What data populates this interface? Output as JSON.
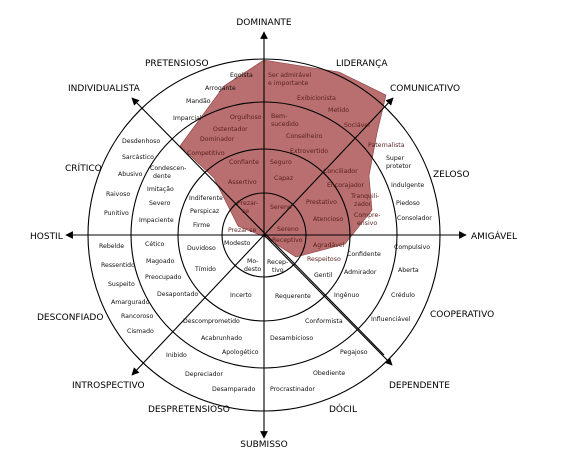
{
  "axes": {
    "top": "DOMINANTE",
    "bottom": "SUBMISSO",
    "left": "HOSTIL",
    "right": "AMIGÁVEL",
    "pretensioso": "PRETENSIOSO",
    "lideranca": "LIDERANÇA",
    "individualista": "INDIVIDUALISTA",
    "comunicativo": "COMUNICATIVO",
    "critico": "CRÍTICO",
    "zeloso": "ZELOSO",
    "desconfiado": "DESCONFIADO",
    "cooperativo": "COOPERATIVO",
    "introspectivo": "INTROSPECTIVO",
    "dependente": "DEPENDENTE",
    "despretensioso": "DESPRETENSIOSO",
    "docil": "DÓCIL"
  },
  "words": {
    "egoista": "Egoísta",
    "arrogante": "Arrogante",
    "mandao": "Mandão",
    "imparcial": "Imparcial",
    "ser_admiravel_1": "Ser admirável",
    "ser_admiravel_2": "e importante",
    "exibicionista": "Exibicionista",
    "metido": "Metido",
    "sociavel": "Sociável",
    "orgulhoso": "Orgulhoso",
    "ostentador": "Ostentador",
    "dominador": "Dominador",
    "competitivo": "Competitivo",
    "bem_1": "Bem-",
    "bem_2": "sucedido",
    "conselheiro": "Conselheiro",
    "extrovertido": "Extrovertido",
    "paternalista": "Paternalista",
    "super_1": "Super",
    "super_2": "protetor",
    "indulgente": "Indulgente",
    "piedoso": "Piedoso",
    "consolador": "Consolador",
    "desdenhoso": "Desdenhoso",
    "sarcastico": "Sarcástico",
    "abusivo": "Abusivo",
    "raivoso": "Raivoso",
    "punitivo": "Punitivo",
    "condescen_1": "Condescen-",
    "condescen_2": "dente",
    "imitacao": "Imitação",
    "severo": "Severo",
    "impaciente": "Impaciente",
    "confiante": "Confiante",
    "assertivo": "Assertivo",
    "seguro": "Seguro",
    "capaz": "Capaz",
    "conciliador": "Conciliador",
    "encorajador": "Encorajador",
    "tranquil_1": "Tranquili-",
    "tranquil_2": "zador",
    "compre_1": "Compre-",
    "compre_2": "ensivo",
    "indiferente": "Indiferente",
    "perspicaz": "Perspicaz",
    "firme": "Firme",
    "prezar_1": "Prezar-",
    "prezar_2": "se",
    "prezar_se": "Prezar-se",
    "sereno_in": "Sereno",
    "prestativo": "Prestativo",
    "atencioso": "Atencioso",
    "sereno": "Sereno",
    "receptivo_in": "Receptivo",
    "agradavel": "Agradável",
    "modesto": "Modesto",
    "mo_1": "Mo-",
    "mo_2": "desto",
    "recep_1": "Recep-",
    "recep_2": "tivo",
    "cetico": "Cético",
    "magoado": "Magoado",
    "preocupado": "Preocupado",
    "duvidoso": "Duvidoso",
    "timido": "Tímido",
    "desapontado": "Desapontado",
    "incerto": "Incerto",
    "respeitoso": "Respeitoso",
    "gentil": "Gentil",
    "confidente": "Confidente",
    "admirador": "Admirador",
    "requerente": "Requerente",
    "ingenuo": "Ingênuo",
    "rebelde": "Rebelde",
    "ressentido": "Ressentido",
    "suspeito": "Suspeito",
    "amargurado": "Amargurado",
    "rancoroso": "Rancoroso",
    "cismado": "Cismado",
    "compulsivo": "Compulsivo",
    "aberta": "Aberta",
    "credulo": "Crédulo",
    "influenciavel": "Influenciável",
    "descomprometido": "Descomprometido",
    "acabrunhado": "Acabrunhado",
    "apologetico": "Apologético",
    "conformista": "Conformista",
    "desambicioso": "Desambicioso",
    "inibido": "Inibido",
    "depreciador": "Depreciador",
    "desamparado": "Desamparado",
    "pegajoso": "Pegajoso",
    "obediente": "Obediente",
    "procrastinador": "Procrastinador"
  },
  "colors": {
    "line": "#000000",
    "highlight": "#a94f4f",
    "highlight_text": "#5a1f1f"
  }
}
